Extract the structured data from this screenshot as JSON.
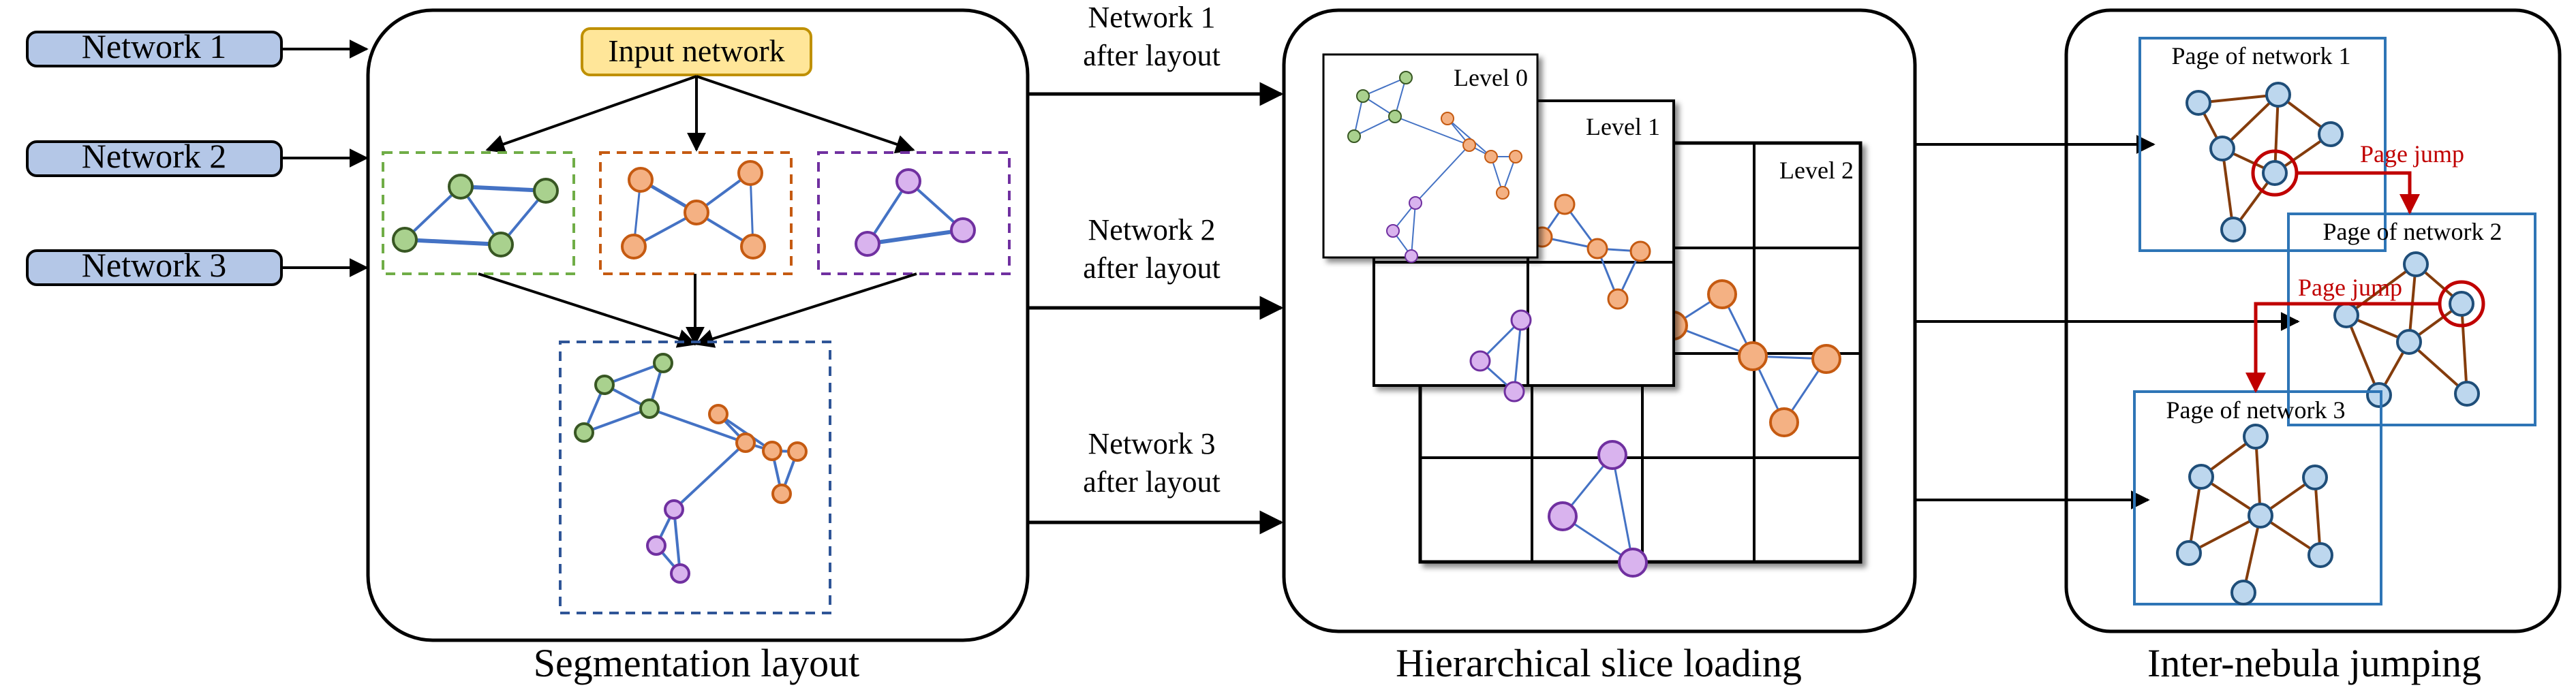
{
  "inputs": [
    {
      "label": "Network 1"
    },
    {
      "label": "Network 2"
    },
    {
      "label": "Network 3"
    }
  ],
  "segmentation": {
    "caption": "Segmentation layout",
    "input_label": "Input network"
  },
  "connectors": [
    {
      "line1": "Network 1",
      "line2": "after layout"
    },
    {
      "line1": "Network 2",
      "line2": "after layout"
    },
    {
      "line1": "Network 3",
      "line2": "after layout"
    }
  ],
  "hierarchical": {
    "caption": "Hierarchical slice loading",
    "levels": [
      "Level 0",
      "Level 1",
      "Level 2"
    ]
  },
  "jumping": {
    "caption": "Inter-nebula jumping",
    "pages": [
      "Page of network 1",
      "Page of network 2",
      "Page of network 3"
    ],
    "jump_label": "Page jump"
  },
  "colors": {
    "input_box_fill": "#b4c7e7",
    "input_net_fill": "#ffe699",
    "input_net_stroke": "#bf9000",
    "green_fill": "#a9d18e",
    "green_stroke": "#385723",
    "orange_fill": "#f4b183",
    "orange_stroke": "#c55a11",
    "purple_fill": "#d9b3ee",
    "purple_stroke": "#7030a0",
    "edge_blue": "#4472c4",
    "dash_blue": "#2f5597",
    "page_blue": "#2e75b6",
    "node_blue_fill": "#bdd7ee",
    "node_blue_stroke": "#1f4e79",
    "edge_brown": "#843c0c",
    "jump_red": "#c00000"
  }
}
